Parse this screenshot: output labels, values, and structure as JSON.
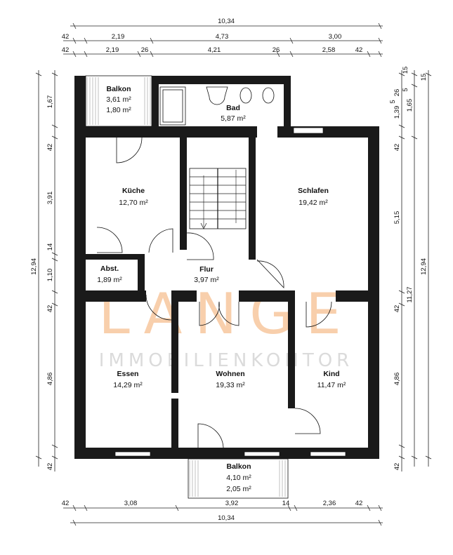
{
  "rooms": [
    {
      "id": "balkon-top",
      "name": "Balkon",
      "area": "3,61 m²",
      "area2": "1,80 m²"
    },
    {
      "id": "bad",
      "name": "Bad",
      "area": "5,87 m²"
    },
    {
      "id": "kueche",
      "name": "Küche",
      "area": "12,70 m²"
    },
    {
      "id": "schlafen",
      "name": "Schlafen",
      "area": "19,42 m²"
    },
    {
      "id": "abst",
      "name": "Abst.",
      "area": "1,89 m²"
    },
    {
      "id": "flur",
      "name": "Flur",
      "area": "3,97 m²"
    },
    {
      "id": "essen",
      "name": "Essen",
      "area": "14,29 m²"
    },
    {
      "id": "wohnen",
      "name": "Wohnen",
      "area": "19,33 m²"
    },
    {
      "id": "kind",
      "name": "Kind",
      "area": "11,47 m²"
    },
    {
      "id": "balkon-bottom",
      "name": "Balkon",
      "area": "4,10 m²",
      "area2": "2,05 m²"
    }
  ],
  "dimensions": {
    "top_total": "10,34",
    "top_row1": [
      "42",
      "2,19",
      "4,73",
      "3,00"
    ],
    "top_row2": [
      "42",
      "2,19",
      "26",
      "4,21",
      "26",
      "2,58",
      "42"
    ],
    "left_col": [
      "1,67",
      "42",
      "3,91",
      "14",
      "1,10",
      "42",
      "4,86",
      "42"
    ],
    "left_total": "12,94",
    "right_col": [
      "1,39",
      "5",
      "26",
      "1,65",
      "5",
      "15",
      "15",
      "42",
      "5,15",
      "42",
      "4,86",
      "42"
    ],
    "right_sub": "11,27",
    "right_total": "12,94",
    "bottom_row": [
      "42",
      "3,08",
      "3,92",
      "14",
      "2,36",
      "42"
    ],
    "bottom_total": "10,34"
  },
  "watermark": {
    "brand": "LANGE",
    "tagline": "IMMOBILIENKONTOR",
    "brand_color": "#f4a96a"
  }
}
